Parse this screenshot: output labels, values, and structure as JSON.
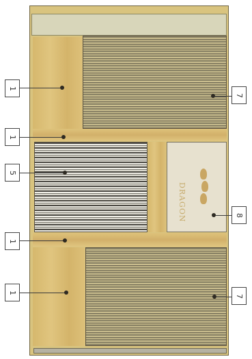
{
  "diagram": {
    "panel_text": "DRAGON",
    "callouts": [
      {
        "label": "1"
      },
      {
        "label": "1"
      },
      {
        "label": "5"
      },
      {
        "label": "1"
      },
      {
        "label": "1"
      },
      {
        "label": "7"
      },
      {
        "label": "8"
      },
      {
        "label": "7"
      }
    ]
  },
  "colors": {
    "wood": "#d9c47f",
    "stripes_light": "#c9bd8e",
    "stripes_dark": "#4c4a44",
    "panel": "#e7e1cf"
  }
}
